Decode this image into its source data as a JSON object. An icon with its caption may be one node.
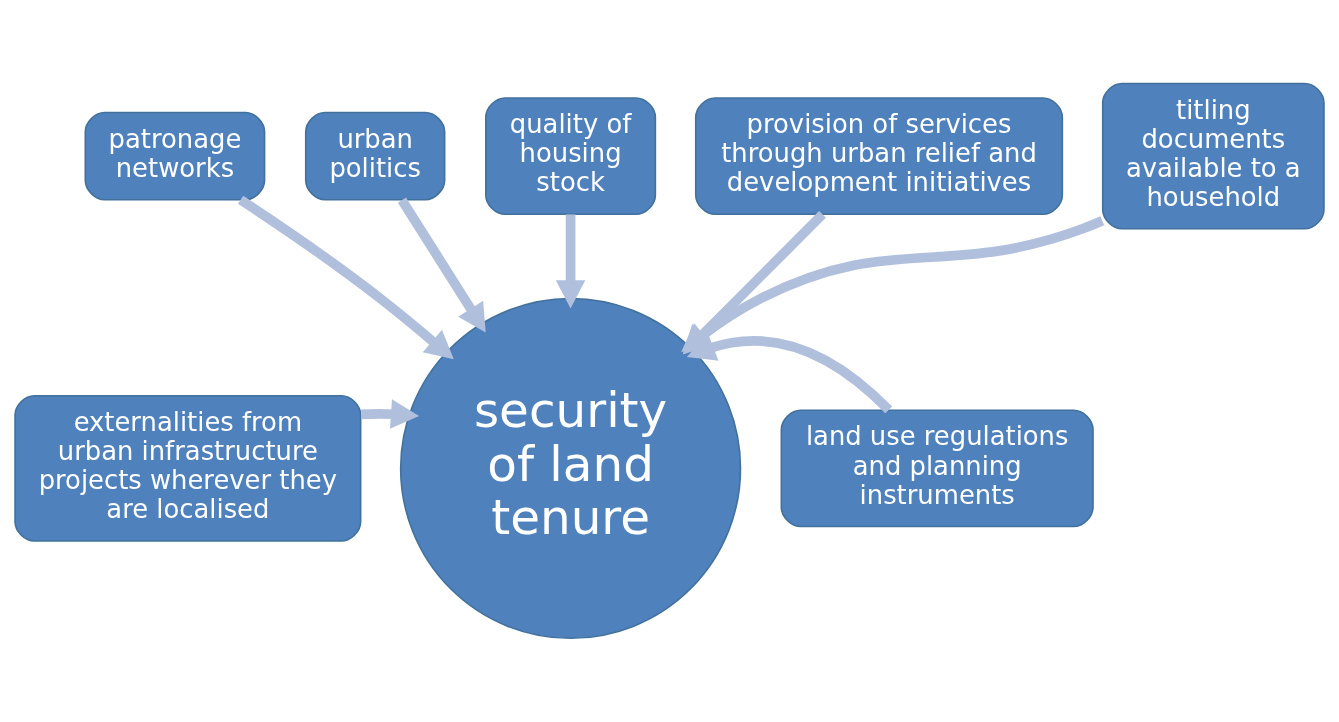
{
  "diagram": {
    "nodes": [
      {
        "text": [
          "patronage networks"
        ]
      },
      {
        "text": [
          "urban politics"
        ]
      },
      {
        "text": [
          "quality of housing stock"
        ]
      },
      {
        "text": [
          "provision of services through urban relief and development initiatives"
        ]
      },
      {
        "text": [
          "titling documents available to a household"
        ]
      },
      {
        "text": [
          "externalities from urban infrastructure projects wherever they are localised"
        ]
      },
      {
        "text": [
          "security of land tenure"
        ]
      },
      {
        "text": [
          "land use regulations and planning instruments"
        ]
      }
    ],
    "edges": [
      {
        "from": 0,
        "to": 6,
        "arrow": "to"
      },
      {
        "from": 1,
        "to": 6,
        "arrow": "to"
      },
      {
        "from": 2,
        "to": 6,
        "arrow": "to"
      },
      {
        "from": 3,
        "to": 6,
        "arrow": "to"
      },
      {
        "from": 4,
        "to": 6,
        "arrow": "to"
      },
      {
        "from": 5,
        "to": 6,
        "arrow": "to"
      },
      {
        "from": 7,
        "to": 6,
        "arrow": "to"
      }
    ]
  }
}
